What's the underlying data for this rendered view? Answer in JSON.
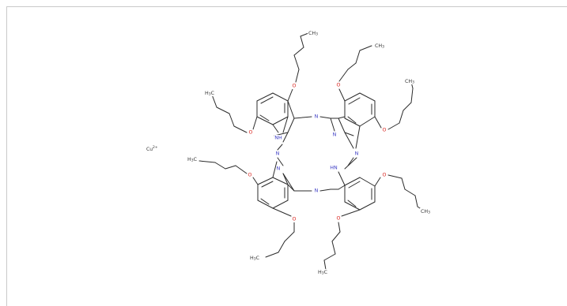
{
  "diagram": {
    "ion": {
      "symbol": "Cu",
      "charge": "2+"
    },
    "molecule": {
      "colors": {
        "bond": "#2b2b2b",
        "N": "#3a3ac4",
        "O": "#d9231e",
        "C": "#333333"
      },
      "atoms": [
        {
          "id": "N_meso_top",
          "el": "N",
          "text": "N"
        },
        {
          "id": "N_meso_left",
          "el": "N",
          "text": "N"
        },
        {
          "id": "N_meso_right",
          "el": "N",
          "text": "N"
        },
        {
          "id": "N_meso_bottom",
          "el": "N",
          "text": "N"
        },
        {
          "id": "N_pyrrole_ul",
          "el": "N",
          "text": "NH"
        },
        {
          "id": "N_pyrrole_ur",
          "el": "N",
          "text": "N"
        },
        {
          "id": "N_pyrrole_ll",
          "el": "N",
          "text": "N"
        },
        {
          "id": "N_pyrrole_lr",
          "el": "N",
          "text": "HN"
        },
        {
          "id": "O_ul_top",
          "el": "O",
          "text": "O"
        },
        {
          "id": "O_ul_left",
          "el": "O",
          "text": "O"
        },
        {
          "id": "O_ur_top",
          "el": "O",
          "text": "O"
        },
        {
          "id": "O_ur_right",
          "el": "O",
          "text": "O"
        },
        {
          "id": "O_ll_left",
          "el": "O",
          "text": "O"
        },
        {
          "id": "O_ll_bottom",
          "el": "O",
          "text": "O"
        },
        {
          "id": "O_lr_right",
          "el": "O",
          "text": "O"
        },
        {
          "id": "O_lr_bottom",
          "el": "O",
          "text": "O"
        },
        {
          "id": "CH3_1",
          "el": "C",
          "text": "CH3"
        },
        {
          "id": "CH3_2",
          "el": "C",
          "text": "CH3"
        },
        {
          "id": "CH3_3",
          "el": "C",
          "text": "CH3"
        },
        {
          "id": "CH3_4",
          "el": "C",
          "text": "H3C"
        },
        {
          "id": "CH3_5",
          "el": "C",
          "text": "H3C"
        },
        {
          "id": "CH3_6",
          "el": "C",
          "text": "CH3"
        },
        {
          "id": "CH3_7",
          "el": "C",
          "text": "H3C"
        },
        {
          "id": "CH3_8",
          "el": "C",
          "text": "H3C"
        }
      ]
    }
  }
}
